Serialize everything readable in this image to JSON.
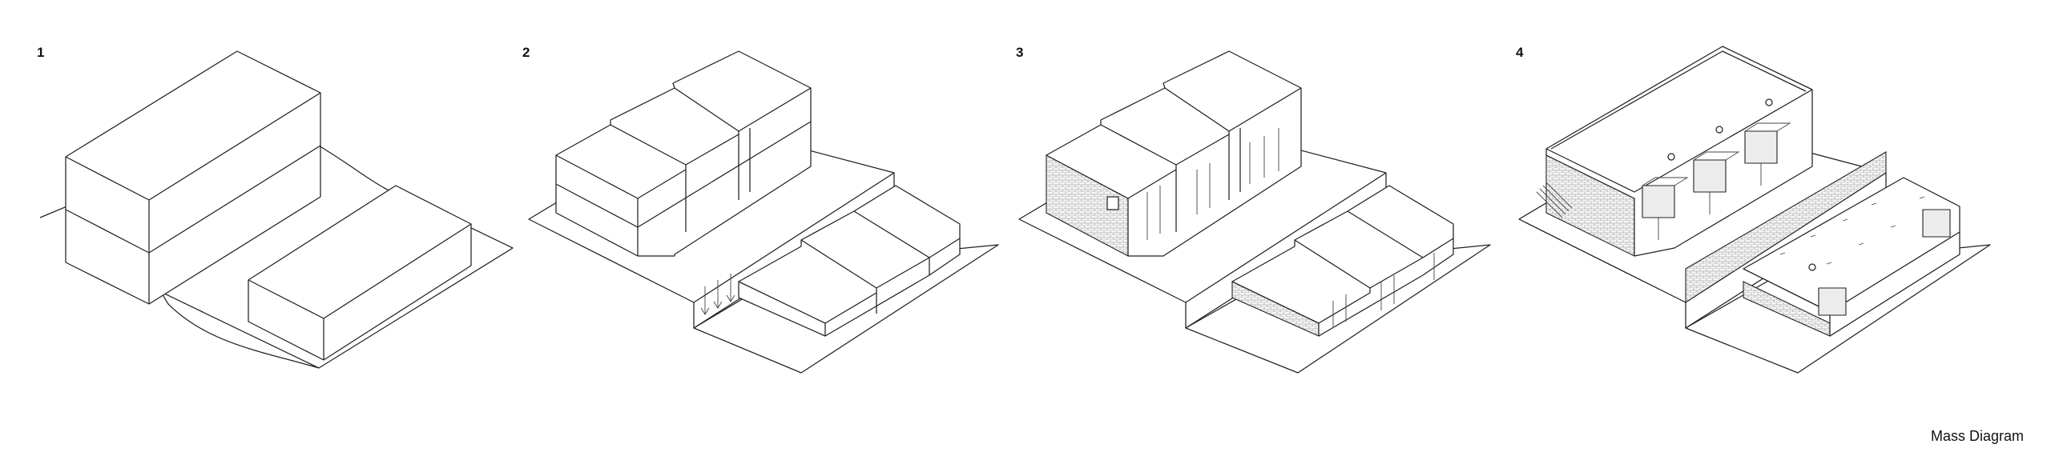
{
  "steps": [
    {
      "number": "1"
    },
    {
      "number": "2"
    },
    {
      "number": "3"
    },
    {
      "number": "4"
    }
  ],
  "title": "Mass Diagram",
  "colors": {
    "line": "#222222",
    "background": "#ffffff",
    "shade": "#ececec"
  }
}
